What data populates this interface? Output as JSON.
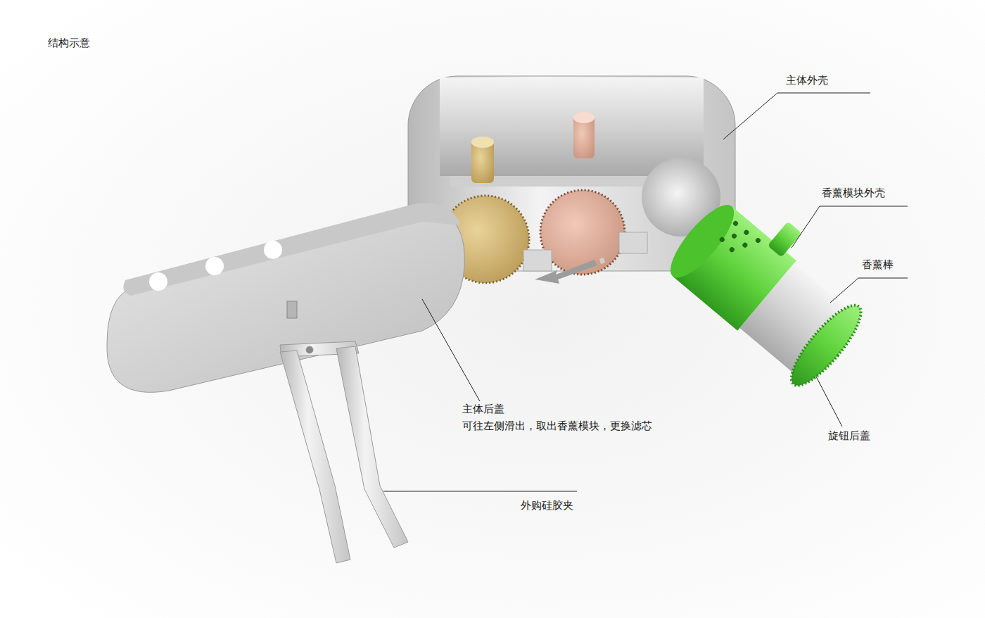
{
  "diagram": {
    "title": "结构示意",
    "labels": [
      "主体外壳",
      "香薰模块外壳",
      "香薰棒",
      "旋钮后盖",
      "主体后盖",
      "可往左侧滑出，取出香薰模块，更换滤芯",
      "外购硅胶夹"
    ]
  }
}
